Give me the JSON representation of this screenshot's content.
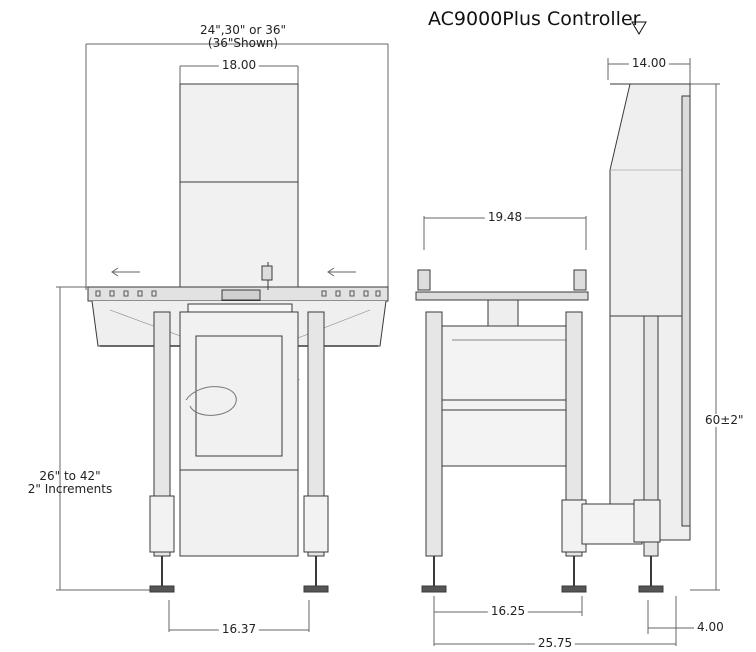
{
  "title": "AC9000Plus Controller",
  "title_marker": "∇",
  "dimensions": {
    "width_options": "24\",30\" or 36\"",
    "width_shown": "(36\"Shown)",
    "upper_frame_width": "18.00",
    "left_base_width": "16.37",
    "side_frame_width": "19.48",
    "controller_depth": "14.00",
    "side_base_width": "16.25",
    "overall_depth": "25.75",
    "controller_offset": "4.00",
    "overall_height": "60±2\"",
    "height_range": "26\" to 42\"",
    "height_increment": "2\" Increments"
  },
  "colors": {
    "line": "#3a3a3a",
    "fill": "#ececec",
    "dark": "#555555"
  }
}
